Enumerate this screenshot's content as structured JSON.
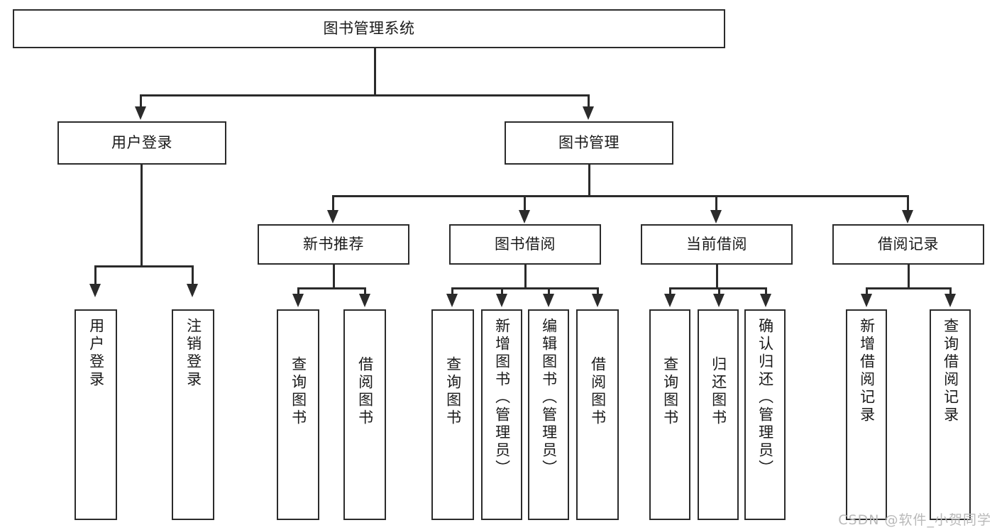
{
  "diagram": {
    "title": "图书管理系统",
    "type": "tree-hierarchy",
    "orientation": "top-down",
    "colors": {
      "box_border": "#2b2b2b",
      "box_fill": "#ffffff",
      "connector": "#2b2b2b",
      "text": "#1a1a1a",
      "watermark": "#b9b9b9",
      "background": "#ffffff"
    }
  },
  "root": {
    "label": "图书管理系统"
  },
  "level2": [
    {
      "label": "用户登录"
    },
    {
      "label": "图书管理"
    }
  ],
  "level3": [
    {
      "label": "新书推荐"
    },
    {
      "label": "图书借阅"
    },
    {
      "label": "当前借阅"
    },
    {
      "label": "借阅记录"
    }
  ],
  "leaves": {
    "user_login": [
      {
        "label": "用户登录"
      },
      {
        "label": "注销登录"
      }
    ],
    "new_book_recommend": [
      {
        "label": "查询图书"
      },
      {
        "label": "借阅图书"
      }
    ],
    "book_borrow": [
      {
        "label": "查询图书"
      },
      {
        "label": "新增图书（管理员）"
      },
      {
        "label": "编辑图书（管理员）"
      },
      {
        "label": "借阅图书"
      }
    ],
    "current_borrow": [
      {
        "label": "查询图书"
      },
      {
        "label": "归还图书"
      },
      {
        "label": "确认归还（管理员）"
      }
    ],
    "borrow_record": [
      {
        "label": "新增借阅记录"
      },
      {
        "label": "查询借阅记录"
      }
    ]
  },
  "watermark": {
    "text": "CSDN @软件_小贺同学"
  }
}
